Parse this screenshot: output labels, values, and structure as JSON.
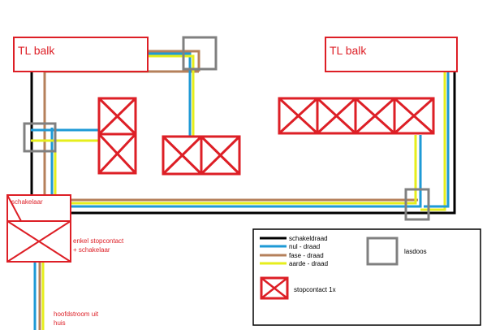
{
  "colors": {
    "red": "#dd1f26",
    "black": "#000000",
    "blue": "#1e9ad6",
    "brown": "#b5805b",
    "yellow": "#e6ee1c",
    "gray": "#808080"
  },
  "labels": {
    "tl_left": "TL balk",
    "tl_right": "TL balk",
    "switch": "schakelaar",
    "socket_switch_1": "enkel stopcontact",
    "socket_switch_2": "+ schakelaar",
    "mains_1": "hoofdstroom uit",
    "mains_2": "huis"
  },
  "legend": {
    "items": [
      {
        "label": "schakeldraad",
        "color": "black"
      },
      {
        "label": "nul - draad",
        "color": "blue"
      },
      {
        "label": "fase - draad",
        "color": "brown"
      },
      {
        "label": "aarde - draad",
        "color": "yellow"
      }
    ],
    "junction_box_label": "lasdoos",
    "socket_label": "stopcontact 1x"
  }
}
